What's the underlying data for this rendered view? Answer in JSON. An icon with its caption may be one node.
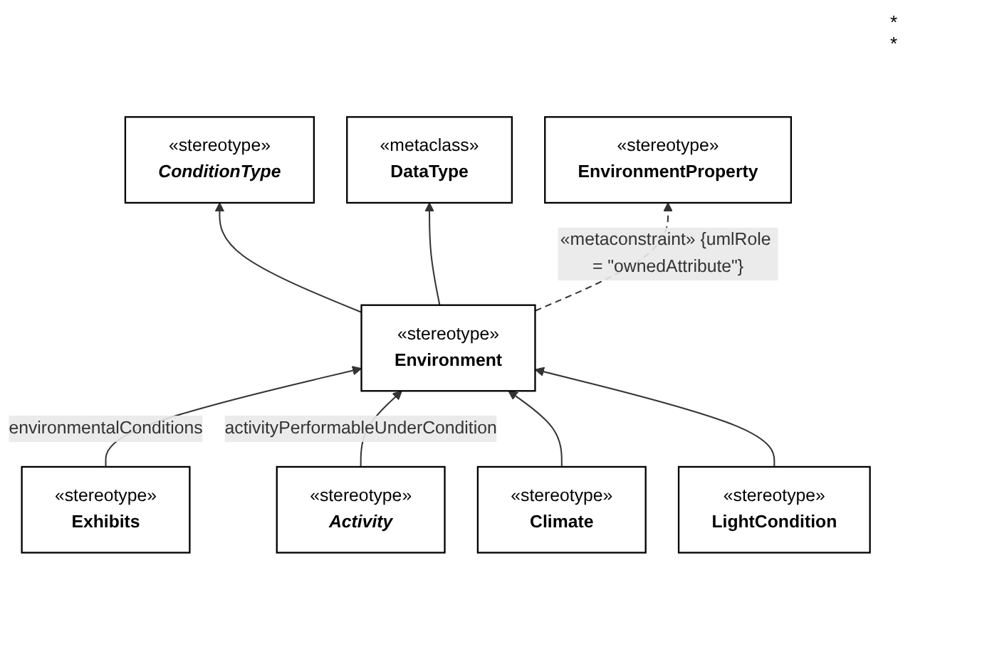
{
  "diagram": {
    "nodes": [
      {
        "text": [
          "«stereotype»",
          "ConditionType"
        ]
      },
      {
        "text": [
          "«metaclass»",
          "DataType"
        ]
      },
      {
        "text": [
          "«stereotype»",
          "Environment"
        ]
      },
      {
        "text": [
          "«stereotype»",
          "EnvironmentProperty"
        ]
      },
      {
        "text": [
          "«stereotype»",
          "Exhibits"
        ]
      },
      {
        "text": [
          "«stereotype»",
          "Activity"
        ]
      },
      {
        "text": [
          "«stereotype»",
          "Climate"
        ]
      },
      {
        "text": [
          "«stereotype»",
          "LightCondition"
        ]
      }
    ],
    "edges": [
      {
        "from": 2,
        "to": 0,
        "arrow": "to"
      },
      {
        "from": 2,
        "to": 1,
        "arrow": "to"
      },
      {
        "from": 2,
        "to": 3,
        "arrow": "to",
        "style": "dashed",
        "label": "«metaconstraint» {umlRole = \"ownedAttribute\"}"
      },
      {
        "from": 4,
        "to": 2,
        "arrow": "to",
        "label": "environmentalConditions"
      },
      {
        "from": 5,
        "to": 2,
        "arrow": "to",
        "label": "activityPerformableUnderCondition"
      },
      {
        "from": 6,
        "to": 2,
        "arrow": "to"
      },
      {
        "from": 7,
        "to": 2,
        "arrow": "to"
      }
    ],
    "labels": [
      "*",
      "*"
    ]
  }
}
